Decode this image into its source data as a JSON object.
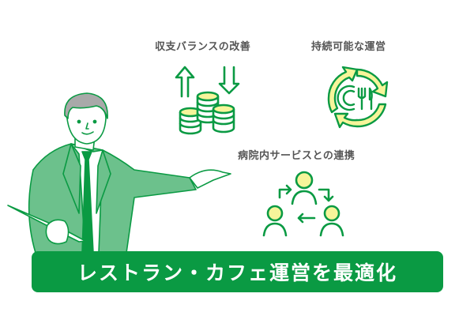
{
  "features": [
    {
      "label": "収支バランスの改善",
      "icon": "coins-balance-icon"
    },
    {
      "label": "持続可能な運営",
      "icon": "sustainable-cycle-dining-icon"
    },
    {
      "label": "病院内サービスとの連携",
      "icon": "people-collaboration-icon"
    }
  ],
  "banner": {
    "title": "レストラン・カフェ運営を最適化"
  },
  "colors": {
    "primary_green": "#0a9a43",
    "light_green": "#6cc18c",
    "accent_yellow": "#f6f59a",
    "text_gray": "#555555",
    "hair_gray": "#a9a9a9"
  }
}
